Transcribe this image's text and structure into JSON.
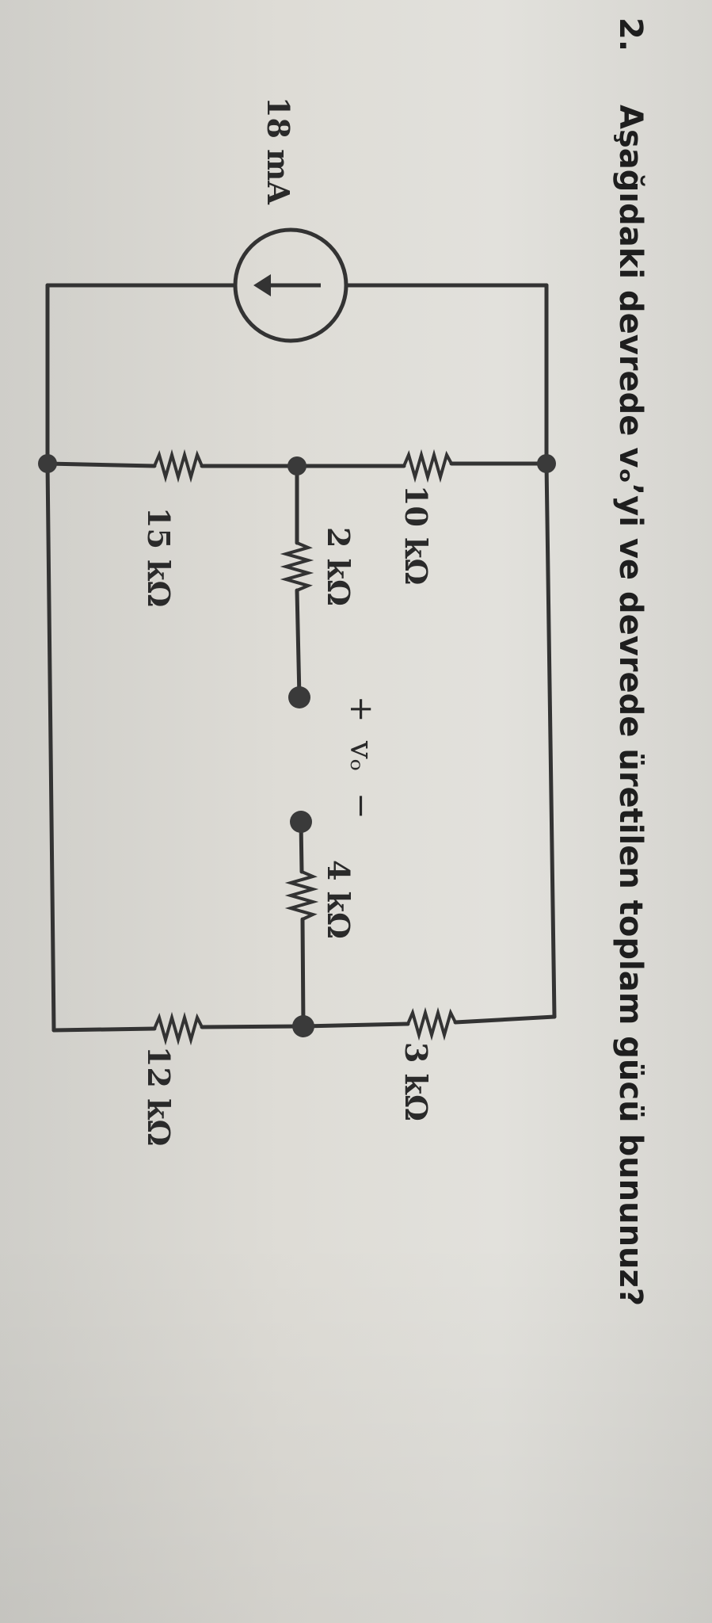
{
  "problem": {
    "number": "2.",
    "text": "Aşağıdaki devrede vₒ’yi ve devrede üretilen toplam gücü bununuz?"
  },
  "circuit": {
    "source_label": "18 mA",
    "r_10k": "10 kΩ",
    "r_2k": "2 kΩ",
    "r_4k": "4 kΩ",
    "r_3k": "3 kΩ",
    "r_15k": "15 kΩ",
    "r_12k": "12 kΩ",
    "plus": "+",
    "minus": "−",
    "vo": "vₒ"
  }
}
